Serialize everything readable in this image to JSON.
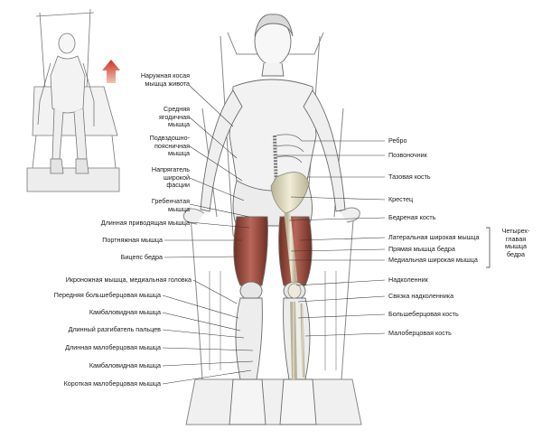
{
  "labels_left": [
    {
      "id": "external-oblique",
      "text": "Наружная косая\nмышца живота"
    },
    {
      "id": "gluteus-medius",
      "text": "Средняя\nягодичная\nмышца"
    },
    {
      "id": "iliopsoas",
      "text": "Подвздошно-\nпоясничная\nмышца"
    },
    {
      "id": "tensor-fasciae",
      "text": "Напрягатель\nширокой\nфасции"
    },
    {
      "id": "pectineus",
      "text": "Гребенчатая\nмышца"
    },
    {
      "id": "adductor-longus",
      "text": "Длинная приводящая мышца"
    },
    {
      "id": "sartorius",
      "text": "Портняжная мышца"
    },
    {
      "id": "biceps-femoris",
      "text": "Бицепс бедра"
    },
    {
      "id": "gastrocnemius-medial",
      "text": "Икроножная мышца, медиальная головка"
    },
    {
      "id": "tibialis-anterior",
      "text": "Передняя большеберцовая мышца"
    },
    {
      "id": "soleus-1",
      "text": "Камбаловидная мышца"
    },
    {
      "id": "extensor-digitorum",
      "text": "Длинный разгибатель пальцев"
    },
    {
      "id": "peroneus-longus",
      "text": "Длинная малоберцовая мышца"
    },
    {
      "id": "soleus-2",
      "text": "Камбаловидная мышца"
    },
    {
      "id": "peroneus-brevis",
      "text": "Короткая малоберцовая мышца"
    }
  ],
  "labels_right": [
    {
      "id": "rib",
      "text": "Ребро"
    },
    {
      "id": "spine",
      "text": "Позвоночник"
    },
    {
      "id": "pelvis",
      "text": "Тазовая кость"
    },
    {
      "id": "sacrum",
      "text": "Крестец"
    },
    {
      "id": "femur",
      "text": "Бедреная кость"
    },
    {
      "id": "vastus-lateralis",
      "text": "Латеральная широкая мышца"
    },
    {
      "id": "rectus-femoris",
      "text": "Прямая мышца бедра"
    },
    {
      "id": "vastus-medialis",
      "text": "Медиальная широкая мышца"
    },
    {
      "id": "patella",
      "text": "Надколенник"
    },
    {
      "id": "patellar-ligament",
      "text": "Связка надколенника"
    },
    {
      "id": "tibia",
      "text": "Большеберцовая кость"
    },
    {
      "id": "fibula",
      "text": "Малоберцовая кость"
    }
  ],
  "group_label": {
    "id": "quadriceps",
    "text": "Четырех-\nглавая\nмышца\nбедра"
  }
}
